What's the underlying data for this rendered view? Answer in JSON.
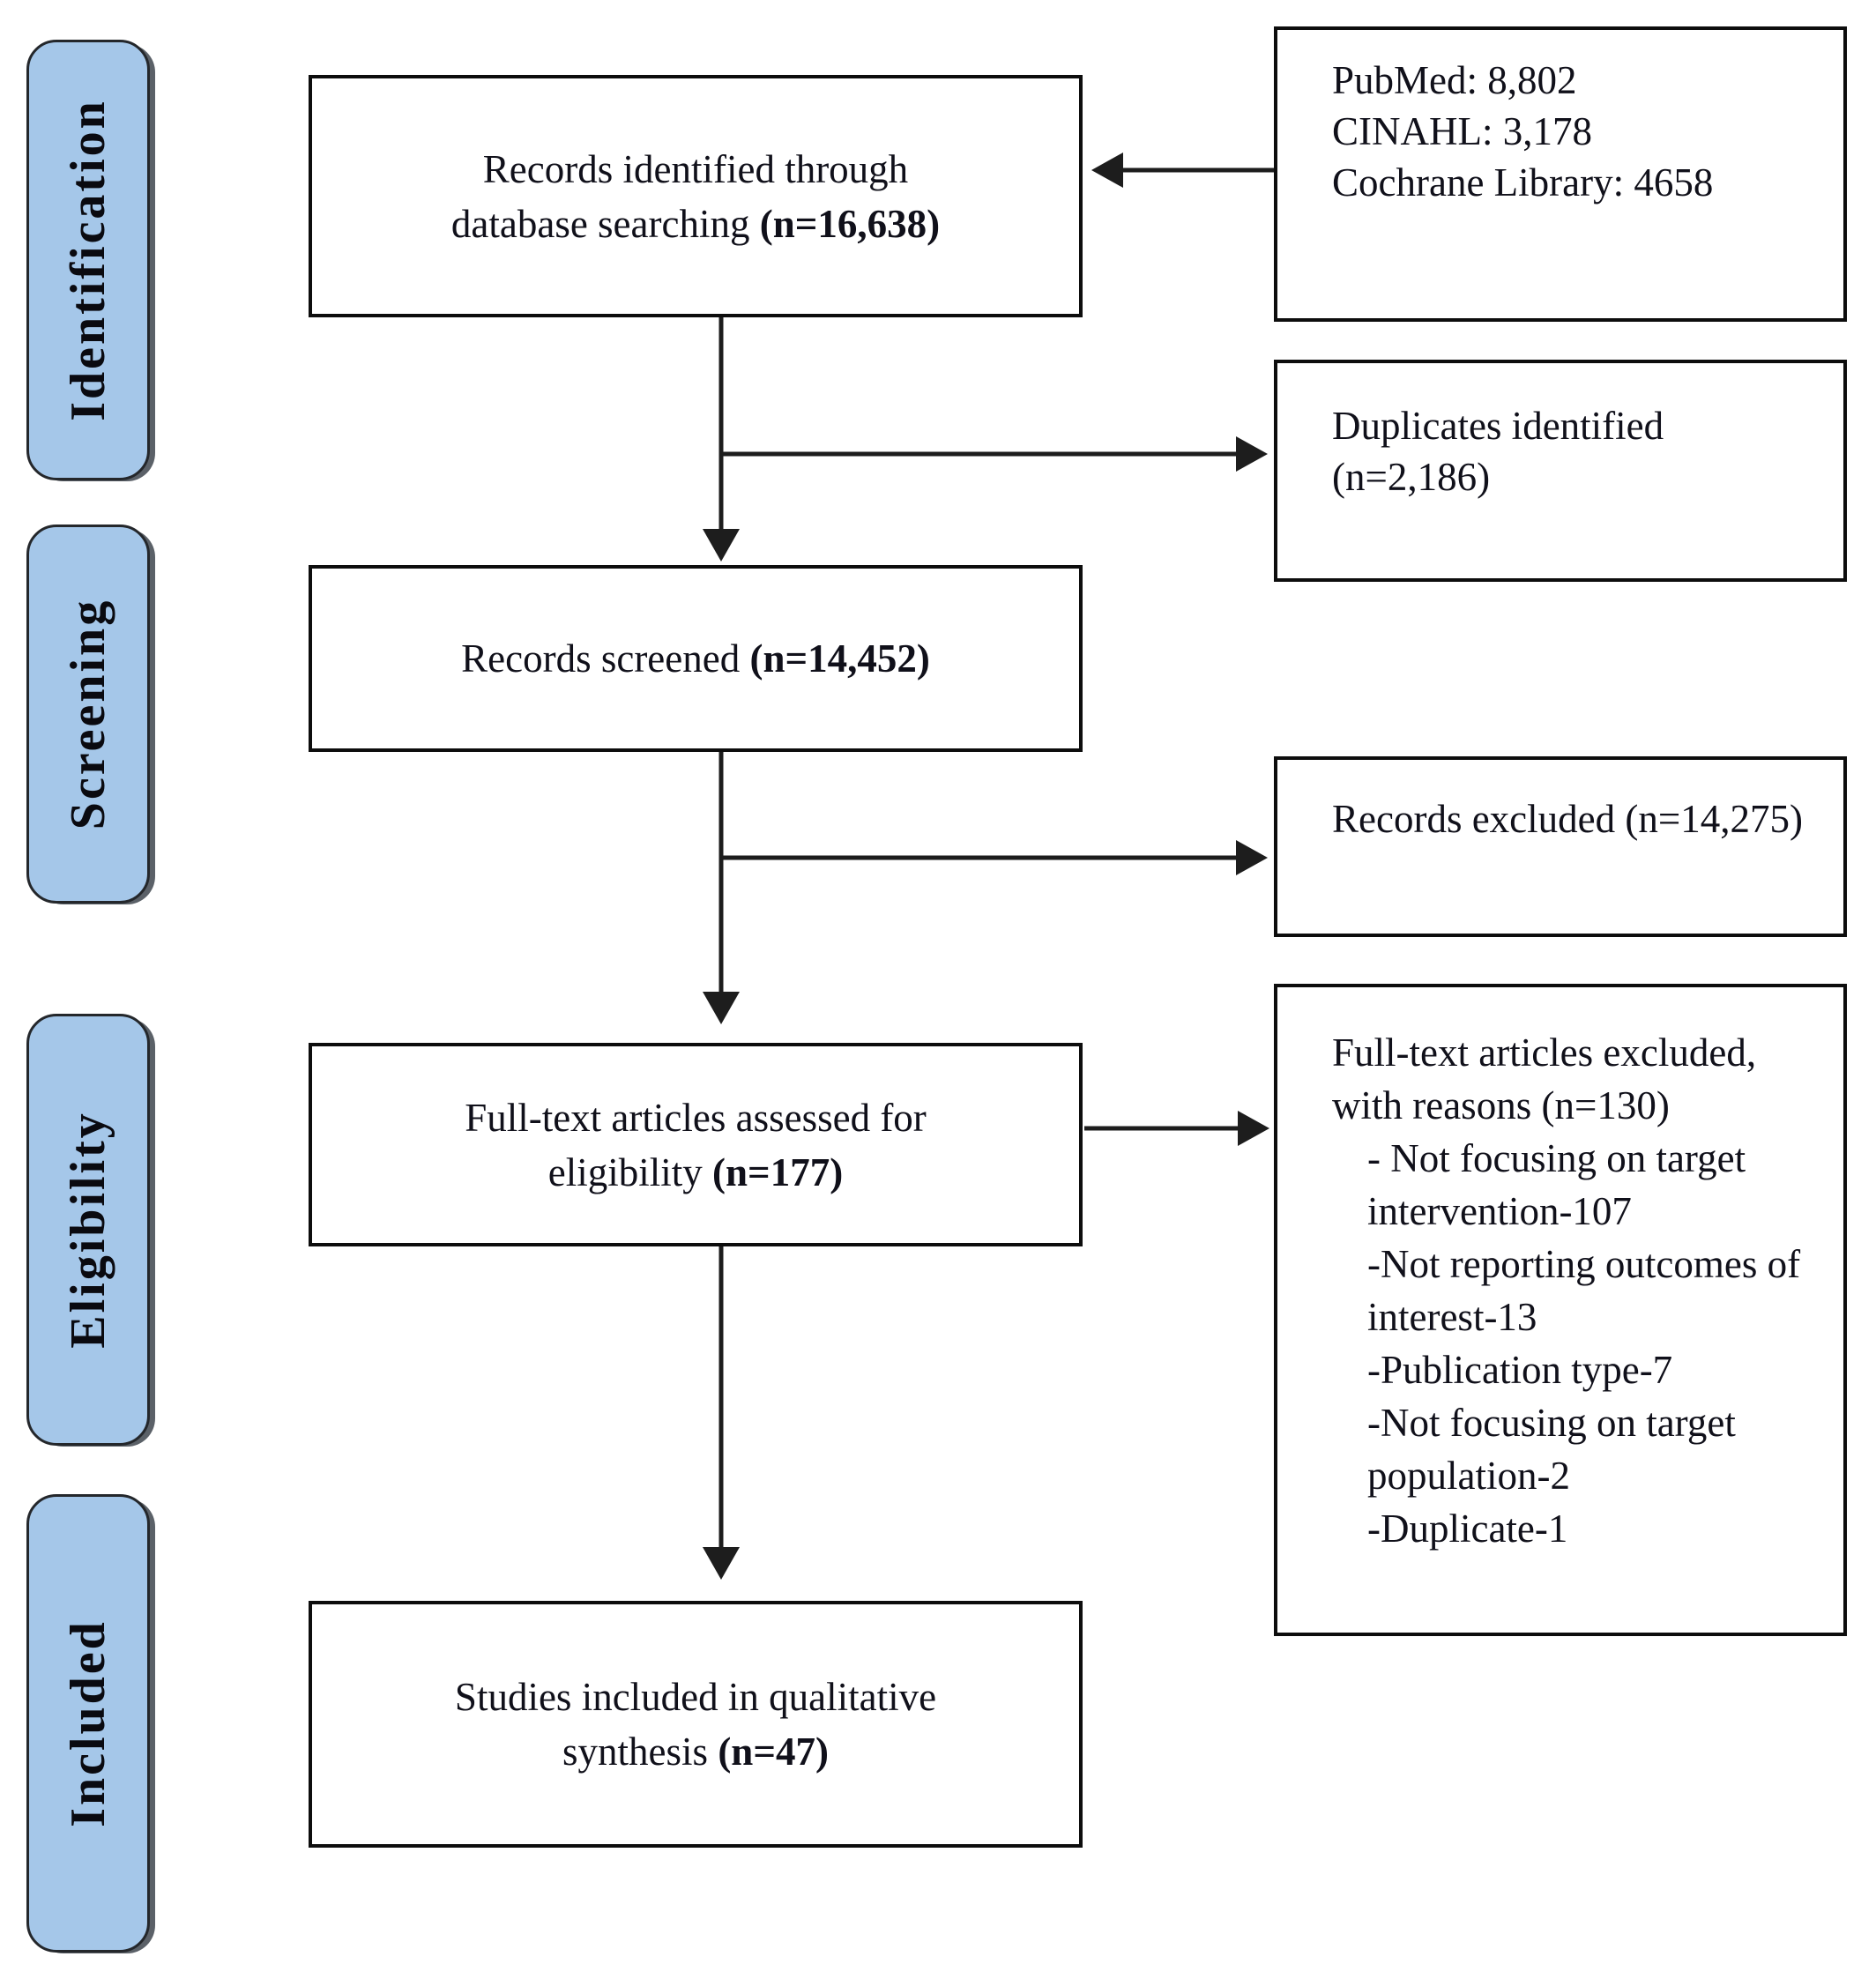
{
  "sidebar": {
    "stages": [
      {
        "label": "Identification"
      },
      {
        "label": "Screening"
      },
      {
        "label": "Eligibility"
      },
      {
        "label": "Included"
      }
    ]
  },
  "flow": {
    "records_identified": {
      "line1": "Records identified through",
      "line2": "database searching ",
      "n": "(n=16,638)"
    },
    "records_screened": {
      "line1": "Records screened ",
      "n": "(n=14,452)"
    },
    "fulltext_assessed": {
      "line1": "Full-text articles assessed for",
      "line2": "eligibility ",
      "n": "(n=177)"
    },
    "studies_included": {
      "line1": "Studies included in qualitative",
      "line2": "synthesis ",
      "n": "(n=47)"
    }
  },
  "side_boxes": {
    "database_counts": {
      "lines": [
        "PubMed: 8,802",
        "CINAHL: 3,178",
        "Cochrane Library: 4658"
      ]
    },
    "duplicates": {
      "text": "Duplicates identified (n=2,186)"
    },
    "records_excluded": {
      "text": "Records excluded (n=14,275)"
    },
    "fulltext_excluded": {
      "intro": "Full-text articles excluded, with reasons (n=130)",
      "reasons": [
        "- Not focusing on target intervention-107",
        "-Not reporting outcomes of interest-13",
        "-Publication type-7",
        "-Not focusing on target population-2",
        "-Duplicate-1"
      ]
    }
  },
  "colors": {
    "stage_fill": "#a5c7e9",
    "stage_border": "#24272b",
    "box_border": "#0d0d0d",
    "connector": "#1d1d1d",
    "text": "#10101a",
    "page_bg": "#ffffff"
  }
}
